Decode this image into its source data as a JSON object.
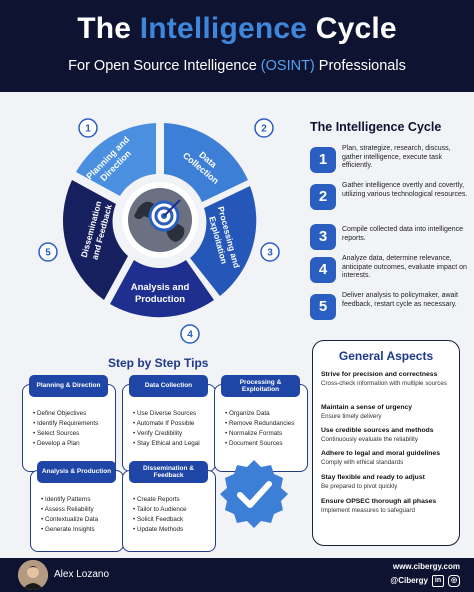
{
  "header": {
    "title_pre": "The ",
    "title_accent": "Intelligence",
    "title_post": " Cycle",
    "subtitle_pre": "For Open Source Intelligence ",
    "subtitle_accent": "(OSINT)",
    "subtitle_post": " Professionals"
  },
  "colors": {
    "navy": "#0e1331",
    "blue": "#2a5ec0",
    "light_blue": "#3f86d9",
    "accent": "#56a0f0"
  },
  "wheel": {
    "segments": [
      {
        "label_1": "Planning and",
        "label_2": "Direction",
        "number": "1"
      },
      {
        "label_1": "Data",
        "label_2": "Collection",
        "number": "2"
      },
      {
        "label_1": "Processing and",
        "label_2": "Exploitation",
        "number": "3"
      },
      {
        "label_1": "Analysis and",
        "label_2": "Production",
        "number": "4"
      },
      {
        "label_1": "Dissemination",
        "label_2": "and Feedback",
        "number": "5"
      }
    ],
    "center_icon": "globe-target-icon"
  },
  "cycle": {
    "title": "The Intelligence Cycle",
    "steps": [
      {
        "num": "1",
        "text": "Plan, strategize, research, discuss, gather intelligence, execute task efficiently."
      },
      {
        "num": "2",
        "text": "Gather intelligence overtly and covertly, utilizing various technological resources."
      },
      {
        "num": "3",
        "text": "Compile collected data into intelligence reports."
      },
      {
        "num": "4",
        "text": "Analyze data, determine relevance, anticipate outcomes, evaluate impact on interests."
      },
      {
        "num": "5",
        "text": "Deliver analysis to policymaker, await feedback, restart cycle as necessary."
      }
    ]
  },
  "tips": {
    "title": "Step by Step Tips",
    "cards": [
      {
        "head": "Planning & Direction",
        "items": [
          "Define Objectives",
          "Identify Requirements",
          "Select Sources",
          "Develop a Plan"
        ]
      },
      {
        "head": "Data Collection",
        "items": [
          "Use Diverse Sources",
          "Automate If Possible",
          "Verify Credibility",
          "Stay Ethical and Legal"
        ]
      },
      {
        "head": "Processing & Exploitation",
        "items": [
          "Organize Data",
          "Remove Redundancies",
          "Normalize Formats",
          "Document Sources"
        ]
      },
      {
        "head": "Analysis & Production",
        "items": [
          "Identify Patterns",
          "Assess Reliability",
          "Contextualize Data",
          "Generate Insights"
        ]
      },
      {
        "head": "Dissemination & Feedback",
        "items": [
          "Create Reports",
          "Tailor to Audience",
          "Solicit Feedback",
          "Update Methods"
        ]
      }
    ],
    "badge_icon": "verified-check-badge-icon"
  },
  "aspects": {
    "title": "General Aspects",
    "items": [
      {
        "title": "Strive for precision and correctness",
        "desc": "Cross-check information with multiple sources"
      },
      {
        "title": "Maintain a sense of urgency",
        "desc": "Ensure timely delivery"
      },
      {
        "title": "Use credible sources and methods",
        "desc": "Continuously evaluate the reliability"
      },
      {
        "title": "Adhere to legal and moral guidelines",
        "desc": "Comply with ethical standards"
      },
      {
        "title": "Stay flexible and ready to adjust",
        "desc": "Be prepared to pivot quickly"
      },
      {
        "title": "Ensure OPSEC thorough all phases",
        "desc": "Implement measures to safeguard"
      }
    ]
  },
  "footer": {
    "author": "Alex Lozano",
    "website": "www.cibergy.com",
    "handle": "@Cibergy",
    "social_1": "in",
    "social_2": "◎"
  }
}
